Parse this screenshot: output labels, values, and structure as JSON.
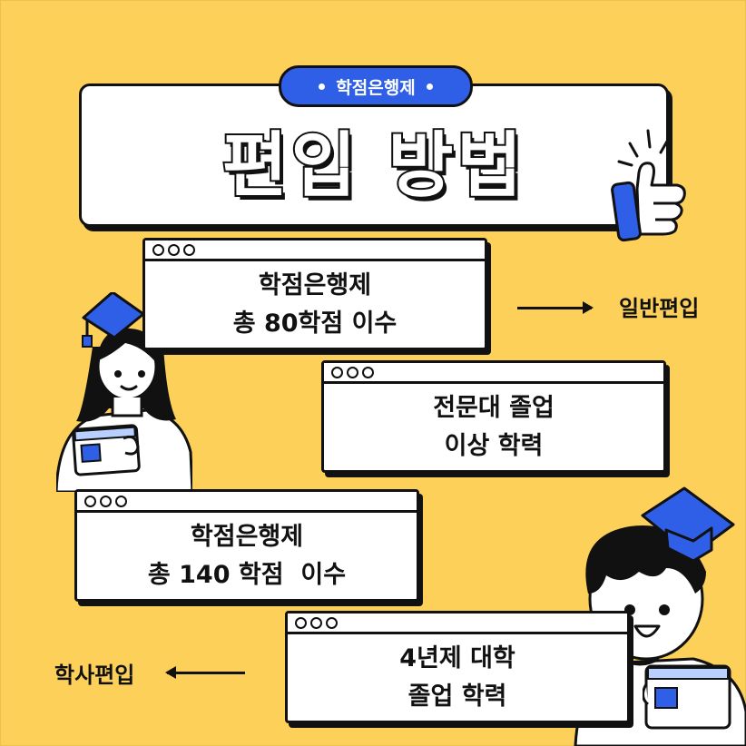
{
  "header": {
    "badge": "학점은행제",
    "title": "편입 방법"
  },
  "cards": [
    {
      "line1": "학점은행제",
      "line2": "총 80학점 이수"
    },
    {
      "line1": "전문대 졸업",
      "line2": "이상 학력"
    },
    {
      "line1": "학점은행제",
      "line2": "총 140 학점  이수"
    },
    {
      "line1": "4년제 대학",
      "line2": "졸업 학력"
    }
  ],
  "paths": {
    "general": "일반편입",
    "bachelor": "학사편입"
  },
  "icons": [
    "thumbs-up-icon",
    "graduation-cap-icon",
    "id-card-icon"
  ],
  "colors": {
    "background": "#fdd05a",
    "accent": "#2f5fe6",
    "outline": "#111111"
  }
}
